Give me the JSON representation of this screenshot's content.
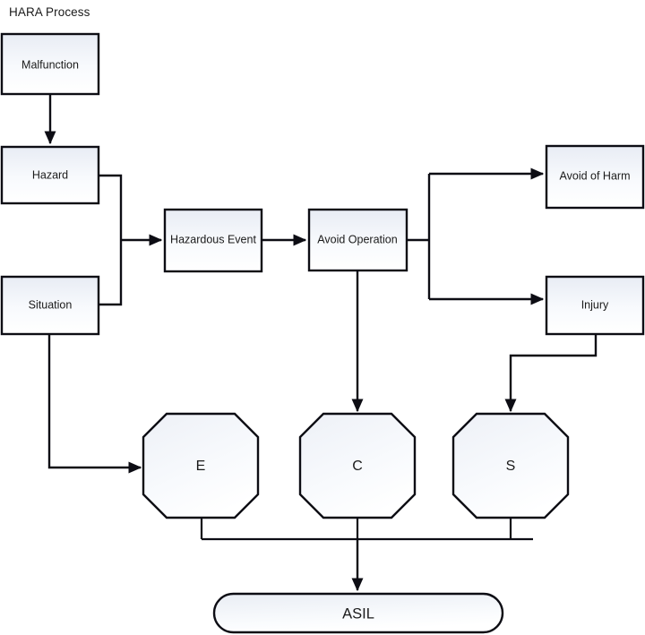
{
  "title": "HARA Process",
  "colors": {
    "stroke": "#0d0d14",
    "fill_top": "#eef1f7",
    "fill_bottom": "#ffffff",
    "text": "#1a1a1a",
    "background": "#ffffff"
  },
  "nodes": {
    "malfunction": {
      "label": "Malfunction",
      "shape": "rectangle"
    },
    "hazard": {
      "label": "Hazard",
      "shape": "rectangle"
    },
    "situation": {
      "label": "Situation",
      "shape": "rectangle"
    },
    "hazardous_event": {
      "label": "Hazardous Event",
      "shape": "rectangle"
    },
    "avoid_operation": {
      "label": "Avoid Operation",
      "shape": "rectangle"
    },
    "avoid_of_harm": {
      "label": "Avoid of Harm",
      "shape": "rectangle"
    },
    "injury": {
      "label": "Injury",
      "shape": "rectangle"
    },
    "e": {
      "label": "E",
      "shape": "octagon"
    },
    "c": {
      "label": "C",
      "shape": "octagon"
    },
    "s": {
      "label": "S",
      "shape": "octagon"
    },
    "asil": {
      "label": "ASIL",
      "shape": "stadium"
    }
  },
  "edges": [
    {
      "from": "malfunction",
      "to": "hazard"
    },
    {
      "from": "hazard",
      "to": "hazardous_event"
    },
    {
      "from": "situation",
      "to": "hazardous_event"
    },
    {
      "from": "hazardous_event",
      "to": "avoid_operation"
    },
    {
      "from": "avoid_operation",
      "to": "avoid_of_harm"
    },
    {
      "from": "avoid_operation",
      "to": "injury"
    },
    {
      "from": "avoid_operation",
      "to": "c"
    },
    {
      "from": "situation",
      "to": "e"
    },
    {
      "from": "injury",
      "to": "s"
    },
    {
      "from": "e",
      "to": "asil"
    },
    {
      "from": "c",
      "to": "asil"
    },
    {
      "from": "s",
      "to": "asil"
    }
  ]
}
